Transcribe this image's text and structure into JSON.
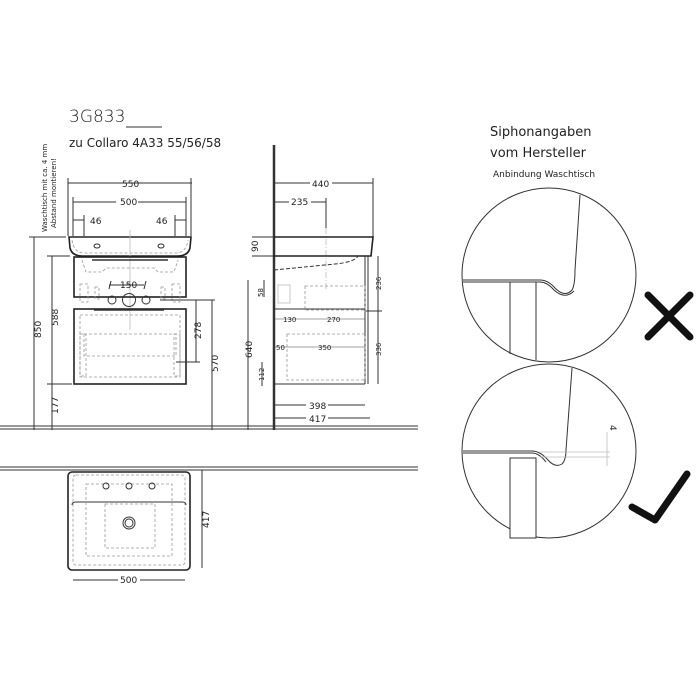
{
  "header": {
    "model_code": "3G833",
    "subtitle": "zu Collaro 4A33 55/56/58",
    "side_note_line1": "Waschtisch mit ca. 4 mm",
    "side_note_line2": "Abstand montieren!"
  },
  "front_view": {
    "dims": {
      "width_total": "550",
      "width_inner": "500",
      "left_offset": "46",
      "right_offset": "46",
      "siphon_spacing": "150",
      "height_total": "850",
      "height_body": "588",
      "floor_clearance": "177",
      "siphon_height": "278",
      "siphon_from_floor": "570"
    }
  },
  "side_view": {
    "dims": {
      "depth_total": "440",
      "drain_center": "235",
      "basin_height": "90",
      "upper_gap": "58",
      "upper_drawer": "236",
      "upper_offset": "130",
      "upper_depth": "270",
      "lower_offset": "50",
      "lower_depth": "350",
      "lower_drawer": "336",
      "lower_gap": "112",
      "height_from_floor": "640",
      "cabinet_depth": "398",
      "overall_depth": "417"
    }
  },
  "top_view": {
    "dims": {
      "width": "500",
      "depth": "417"
    }
  },
  "siphon_panel": {
    "title_line1": "Siphonangaben",
    "title_line2": "vom Hersteller",
    "subtitle": "Anbindung Waschtisch",
    "wrong_symbol": "cross-icon",
    "right_symbol": "check-icon",
    "gap_label": "4"
  }
}
